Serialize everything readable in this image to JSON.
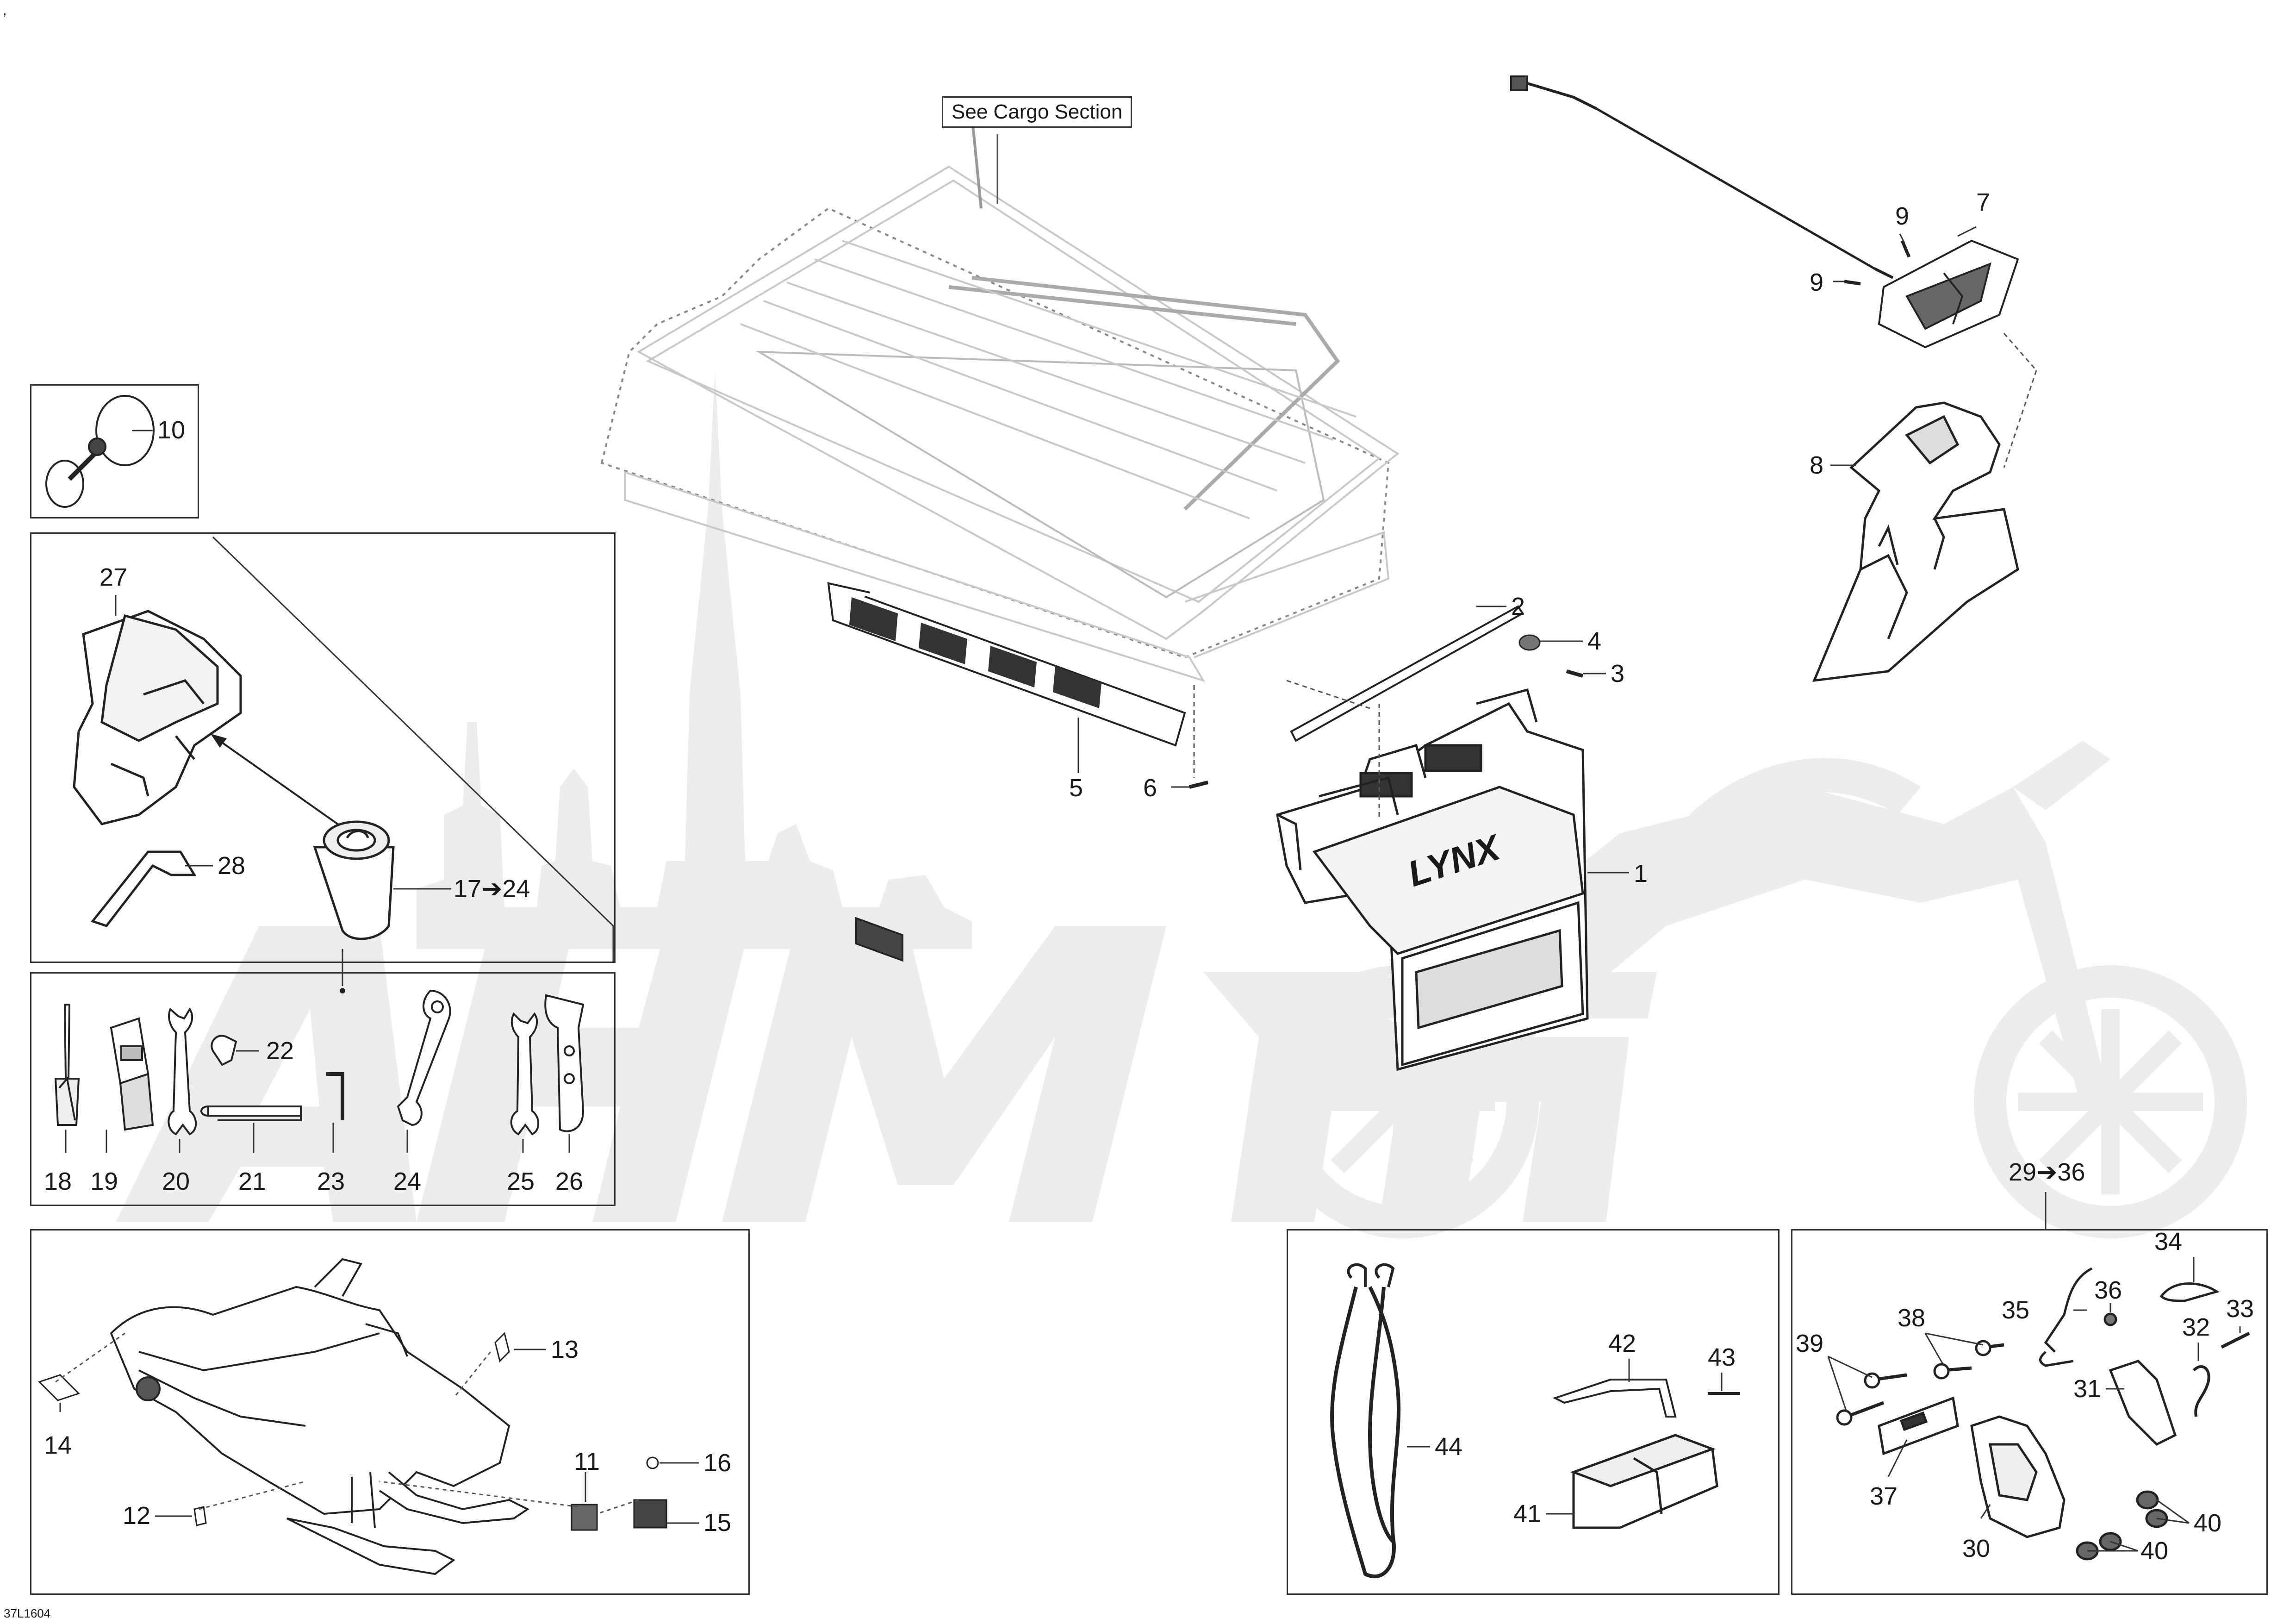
{
  "diagram": {
    "drawing_code": "37L1604",
    "corner_mark": ",",
    "callout_cargo": "See Cargo Section",
    "watermark_text": "AGHMOTO",
    "parts": {
      "p1": "1",
      "p2": "2",
      "p3": "3",
      "p4": "4",
      "p5": "5",
      "p6": "6",
      "p7": "7",
      "p8": "8",
      "p9a": "9",
      "p9b": "9",
      "p10": "10",
      "p11": "11",
      "p12": "12",
      "p13": "13",
      "p14": "14",
      "p15": "15",
      "p16": "16",
      "p17_24": "17➔24",
      "p18": "18",
      "p19": "19",
      "p20": "20",
      "p21": "21",
      "p22": "22",
      "p23": "23",
      "p24": "24",
      "p25": "25",
      "p26": "26",
      "p27": "27",
      "p28": "28",
      "p29_36": "29➔36",
      "p30": "30",
      "p31": "31",
      "p32": "32",
      "p33": "33",
      "p34": "34",
      "p35": "35",
      "p36": "36",
      "p37": "37",
      "p38": "38",
      "p39": "39",
      "p40a": "40",
      "p40b": "40",
      "p41": "41",
      "p42": "42",
      "p43": "43",
      "p44": "44"
    },
    "mudflap_brand": "LYNX"
  }
}
